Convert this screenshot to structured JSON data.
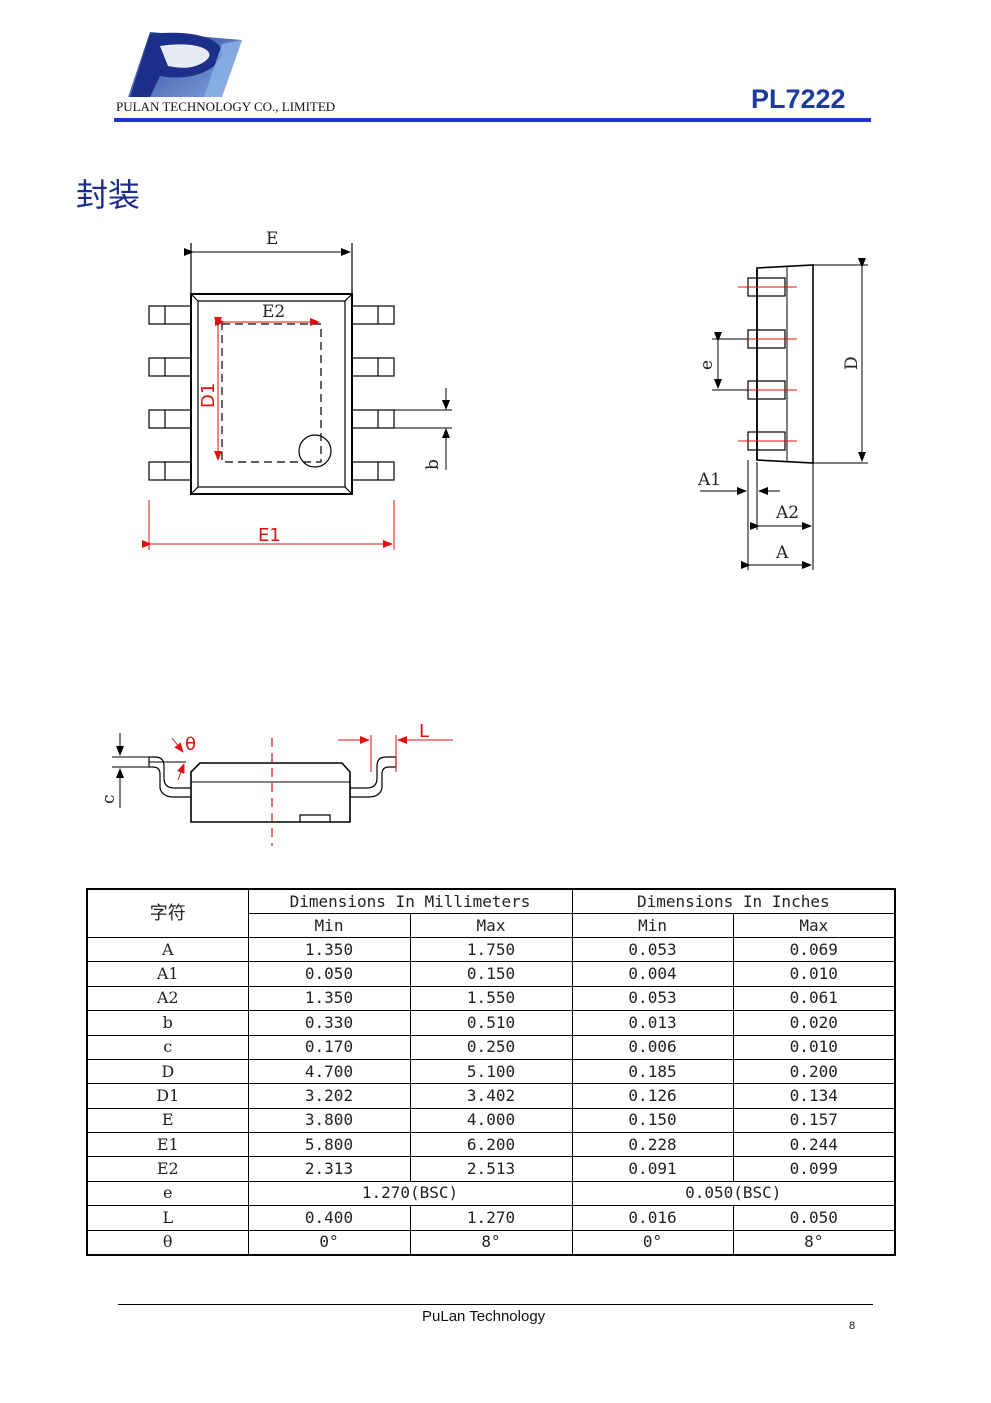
{
  "header": {
    "company_name": "PULAN TECHNOLOGY CO., LIMITED",
    "part_number": "PL7222",
    "brand_color": "#1f33d6"
  },
  "section_title": "封装",
  "diagram_labels": {
    "E": "E",
    "E2": "E2",
    "D1": "D1",
    "E1": "E1",
    "b": "b",
    "e": "e",
    "D": "D",
    "A1": "A1",
    "A2": "A2",
    "A": "A",
    "theta": "θ",
    "L": "L",
    "c": "c"
  },
  "table": {
    "symbol_header": "字符",
    "mm_header": "Dimensions In Millimeters",
    "inch_header": "Dimensions In Inches",
    "min_label": "Min",
    "max_label": "Max",
    "rows": [
      {
        "sym": "A",
        "mm_min": "1.350",
        "mm_max": "1.750",
        "in_min": "0.053",
        "in_max": "0.069"
      },
      {
        "sym": "A1",
        "mm_min": "0.050",
        "mm_max": "0.150",
        "in_min": "0.004",
        "in_max": "0.010"
      },
      {
        "sym": "A2",
        "mm_min": "1.350",
        "mm_max": "1.550",
        "in_min": "0.053",
        "in_max": "0.061"
      },
      {
        "sym": "b",
        "mm_min": "0.330",
        "mm_max": "0.510",
        "in_min": "0.013",
        "in_max": "0.020"
      },
      {
        "sym": "c",
        "mm_min": "0.170",
        "mm_max": "0.250",
        "in_min": "0.006",
        "in_max": "0.010"
      },
      {
        "sym": "D",
        "mm_min": "4.700",
        "mm_max": "5.100",
        "in_min": "0.185",
        "in_max": "0.200"
      },
      {
        "sym": "D1",
        "mm_min": "3.202",
        "mm_max": "3.402",
        "in_min": "0.126",
        "in_max": "0.134"
      },
      {
        "sym": "E",
        "mm_min": "3.800",
        "mm_max": "4.000",
        "in_min": "0.150",
        "in_max": "0.157"
      },
      {
        "sym": "E1",
        "mm_min": "5.800",
        "mm_max": "6.200",
        "in_min": "0.228",
        "in_max": "0.244"
      },
      {
        "sym": "E2",
        "mm_min": "2.313",
        "mm_max": "2.513",
        "in_min": "0.091",
        "in_max": "0.099"
      }
    ],
    "e_row": {
      "sym": "e",
      "mm": "1.270(BSC)",
      "in": "0.050(BSC)"
    },
    "tail_rows": [
      {
        "sym": "L",
        "mm_min": "0.400",
        "mm_max": "1.270",
        "in_min": "0.016",
        "in_max": "0.050"
      },
      {
        "sym": "θ",
        "mm_min": "0°",
        "mm_max": "8°",
        "in_min": "0°",
        "in_max": "8°"
      }
    ]
  },
  "footer": {
    "text": "PuLan Technology",
    "page": "8"
  }
}
